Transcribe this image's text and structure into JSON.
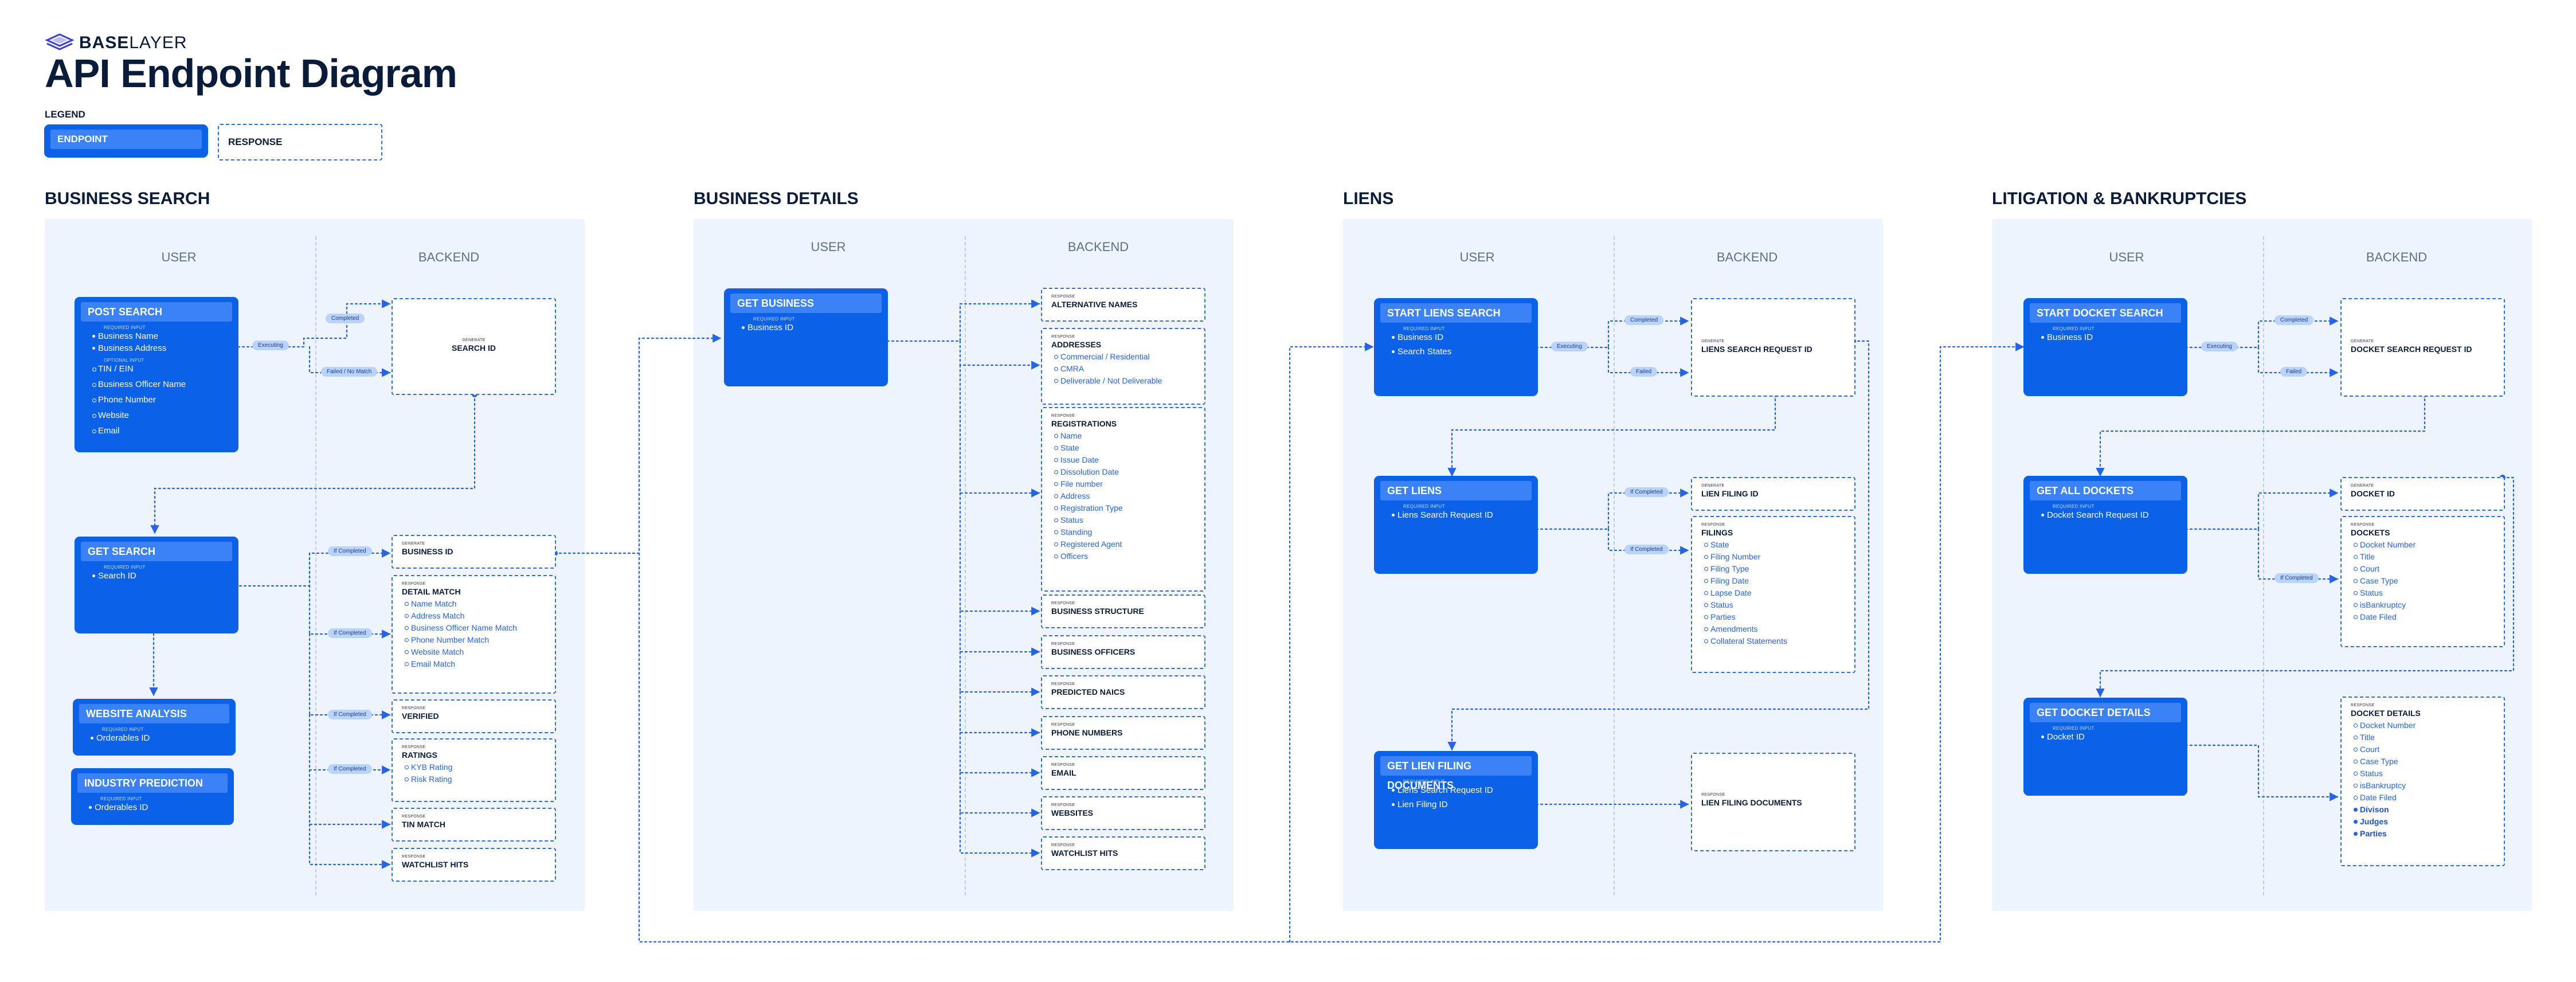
{
  "logo": {
    "brand_bold": "BASE",
    "brand_light": "LAYER"
  },
  "title": "API Endpoint Diagram",
  "legend": {
    "label": "LEGEND",
    "endpoint": "ENDPOINT",
    "response": "RESPONSE"
  },
  "columns": {
    "user": "USER",
    "backend": "BACKEND"
  },
  "labels": {
    "required_input": "REQUIRED INPUT",
    "optional_input": "OPTIONAL INPUT",
    "response": "RESPONSE",
    "generate": "GENERATE",
    "executing": "Executing",
    "completed": "Completed",
    "if_completed": "If Completed",
    "failed": "Failed",
    "failed_no_match": "Failed / No Match"
  },
  "sections": {
    "business_search": {
      "title": "BUSINESS SEARCH",
      "post_search": {
        "name": "POST SEARCH",
        "required": [
          "Business Name",
          "Business Address"
        ],
        "optional": [
          "TIN / EIN",
          "Business Officer Name",
          "Phone Number",
          "Website",
          "Email"
        ]
      },
      "get_search": {
        "name": "GET SEARCH",
        "required": [
          "Search ID"
        ]
      },
      "website_analysis": {
        "name": "WEBSITE ANALYSIS",
        "required": [
          "Orderables ID"
        ]
      },
      "industry_prediction": {
        "name": "INDUSTRY PREDICTION",
        "required": [
          "Orderables ID"
        ]
      },
      "search_id": "SEARCH ID",
      "business_id": "BUSINESS ID",
      "detail_match": {
        "title": "DETAIL MATCH",
        "items": [
          "Name Match",
          "Address Match",
          "Business Officer Name Match",
          "Phone Number Match",
          "Website Match",
          "Email Match"
        ]
      },
      "verified": "VERIFIED",
      "ratings": {
        "title": "RATINGS",
        "items": [
          "KYB Rating",
          "Risk Rating"
        ]
      },
      "tin_match": "TIN MATCH",
      "watchlist_hits": "WATCHLIST HITS"
    },
    "business_details": {
      "title": "BUSINESS DETAILS",
      "get_business": {
        "name": "GET BUSINESS",
        "required": [
          "Business ID"
        ]
      },
      "alternative_names": "ALTERNATIVE NAMES",
      "addresses": {
        "title": "ADDRESSES",
        "items": [
          "Commercial / Residential",
          "CMRA",
          "Deliverable / Not Deliverable"
        ]
      },
      "registrations": {
        "title": "REGISTRATIONS",
        "items": [
          "Name",
          "State",
          "Issue Date",
          "Dissolution Date",
          "File number",
          "Address",
          "Registration Type",
          "Status",
          "Standing",
          "Registered Agent",
          "Officers"
        ]
      },
      "business_structure": "BUSINESS STRUCTURE",
      "business_officers": "BUSINESS OFFICERS",
      "predicted_naics": "PREDICTED NAICS",
      "phone_numbers": "PHONE NUMBERS",
      "email": "EMAIL",
      "websites": "WEBSITES",
      "watchlist_hits": "WATCHLIST HITS"
    },
    "liens": {
      "title": "LIENS",
      "start_liens_search": {
        "name": "START LIENS SEARCH",
        "required": [
          "Business ID",
          "Search States"
        ]
      },
      "get_liens": {
        "name": "GET LIENS",
        "required": [
          "Liens Search Request ID"
        ]
      },
      "get_lien_filing_documents": {
        "name": "GET LIEN FILING DOCUMENTS",
        "required": [
          "Liens Search Request ID",
          "Lien Filing ID"
        ]
      },
      "liens_search_request_id": "LIENS SEARCH REQUEST ID",
      "lien_filing_id": "LIEN FILING ID",
      "filings": {
        "title": "FILINGS",
        "items": [
          "State",
          "Filing Number",
          "Filing Type",
          "Filing Date",
          "Lapse Date",
          "Status",
          "Parties",
          "Amendments",
          "Collateral Statements"
        ]
      },
      "lien_filing_documents": "LIEN FILING DOCUMENTS"
    },
    "litigation": {
      "title": "LITIGATION & BANKRUPTCIES",
      "start_docket_search": {
        "name": "START DOCKET SEARCH",
        "required": [
          "Business ID"
        ]
      },
      "get_all_dockets": {
        "name": "GET ALL DOCKETS",
        "required": [
          "Docket Search Request ID"
        ]
      },
      "get_docket_details": {
        "name": "GET DOCKET DETAILS",
        "required": [
          "Docket ID"
        ]
      },
      "docket_search_request_id": "DOCKET SEARCH REQUEST ID",
      "docket_id": "DOCKET ID",
      "dockets": {
        "title": "DOCKETS",
        "items": [
          "Docket Number",
          "Title",
          "Court",
          "Case Type",
          "Status",
          "isBankruptcy",
          "Date Filed"
        ]
      },
      "docket_details": {
        "title": "DOCKET DETAILS",
        "items": [
          "Docket Number",
          "Title",
          "Court",
          "Case Type",
          "Status",
          "isBankruptcy",
          "Date Filed"
        ],
        "bold_items": [
          "Divison",
          "Judges",
          "Parties"
        ]
      }
    }
  },
  "colors": {
    "endpoint": "#0b61e8",
    "endpoint_header": "#3b82f6",
    "response_border": "#2f6fdc",
    "panel": "#eef4fd",
    "pill": "#b9d3fb",
    "text_link": "#2563eb"
  }
}
